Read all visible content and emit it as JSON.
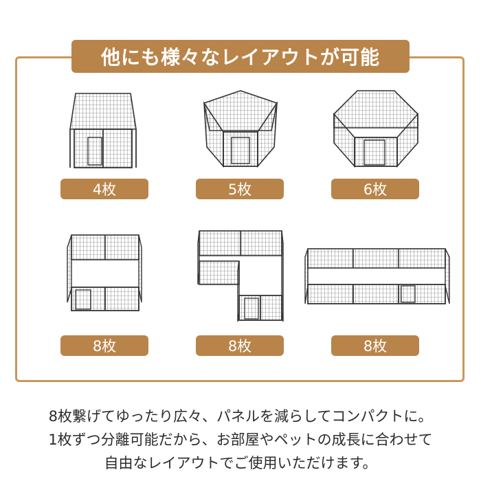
{
  "title": "他にも様々なレイアウトが可能",
  "layouts": [
    {
      "icon": "4-panel-pen-icon",
      "label": "4枚"
    },
    {
      "icon": "5-panel-pen-icon",
      "label": "5枚"
    },
    {
      "icon": "6-panel-pen-icon",
      "label": "6枚"
    },
    {
      "icon": "8-panel-square-pen-icon",
      "label": "8枚"
    },
    {
      "icon": "8-panel-l-shape-pen-icon",
      "label": "8枚"
    },
    {
      "icon": "8-panel-rectangle-pen-icon",
      "label": "8枚"
    }
  ],
  "description": [
    "8枚繋げてゆったり広々、パネルを減らしてコンパクトに。",
    "1枚ずつ分離可能だから、お部屋やペットの成長に合わせて",
    "自由なレイアウトでご使用いただけます。"
  ],
  "colors": {
    "accent": "#b9844a",
    "border": "#c9975a",
    "line": "#333333"
  }
}
